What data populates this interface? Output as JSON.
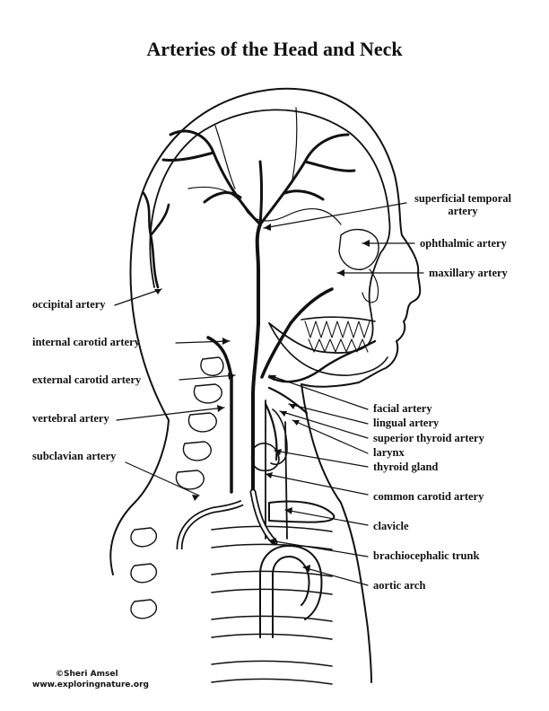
{
  "title": "Arteries of the Head and Neck",
  "labels": {
    "superficial_temporal_1": "superficial temporal",
    "superficial_temporal_2": "artery",
    "ophthalmic": "ophthalmic artery",
    "maxillary": "maxillary artery",
    "occipital": "occipital artery",
    "internal_carotid": "internal carotid artery",
    "external_carotid": "external carotid artery",
    "vertebral": "vertebral artery",
    "subclavian": "subclavian artery",
    "facial": "facial artery",
    "lingual": "lingual artery",
    "superior_thyroid": "superior thyroid artery",
    "larynx": "larynx",
    "thyroid_gland": "thyroid gland",
    "common_carotid": "common carotid artery",
    "clavicle": "clavicle",
    "brachiocephalic": "brachiocephalic trunk",
    "aortic_arch": "aortic arch"
  },
  "credits": {
    "author": "©Sheri Amsel",
    "website": "www.exploringnature.org"
  }
}
